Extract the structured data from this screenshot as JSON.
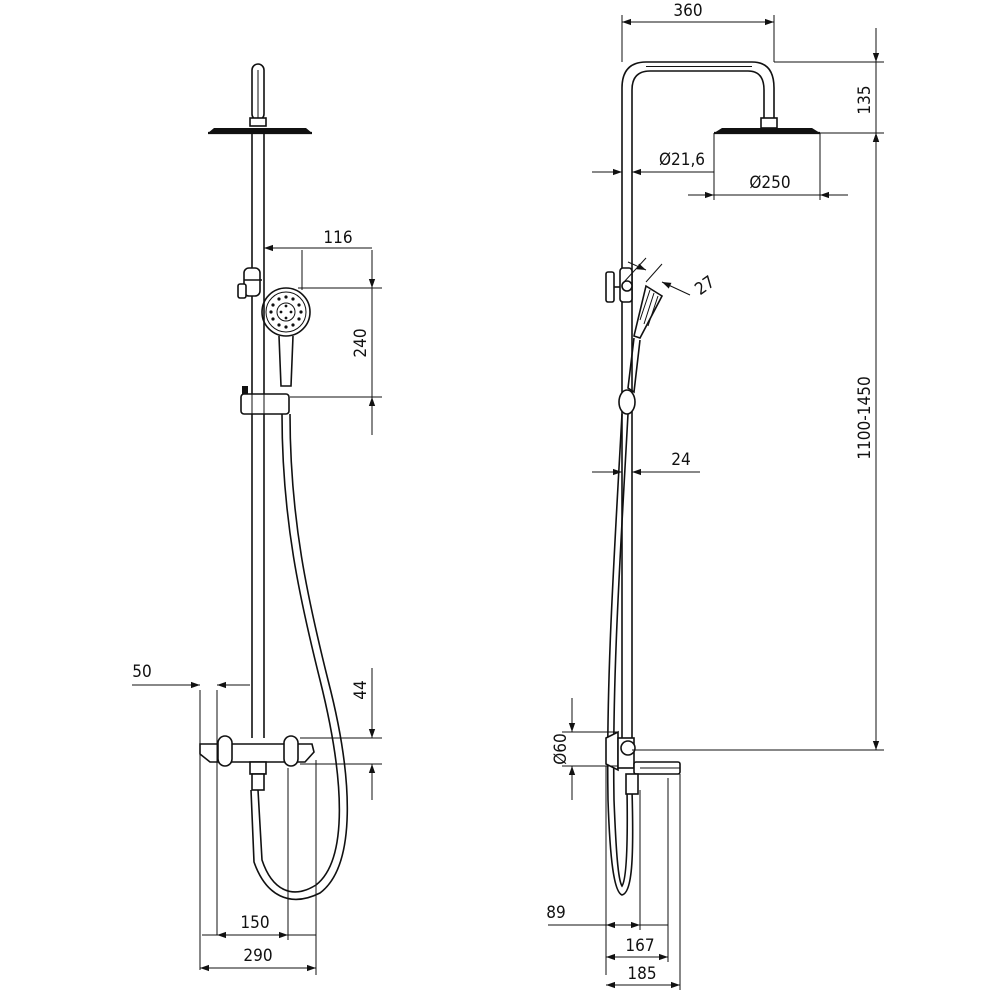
{
  "front_view": {
    "dim_hand_shower_offset": "116",
    "dim_hand_shower_height": "240",
    "dim_outlet_spacing": "150",
    "dim_mixer_width": "290",
    "dim_mixer_depth": "50",
    "dim_mixer_height": "44"
  },
  "side_view": {
    "dim_arm_length": "360",
    "dim_head_drop": "135",
    "dim_pipe_diameter": "Ø21,6",
    "dim_head_diameter": "Ø250",
    "dim_hand_angle": "27",
    "dim_rail_diameter": "24",
    "dim_total_height": "1100-1450",
    "dim_mixer_diameter": "Ø60",
    "dim_wall_to_pipe": "89",
    "dim_wall_to_spout": "167",
    "dim_wall_to_front": "185"
  },
  "colors": {
    "line": "#111111",
    "background": "#ffffff"
  }
}
